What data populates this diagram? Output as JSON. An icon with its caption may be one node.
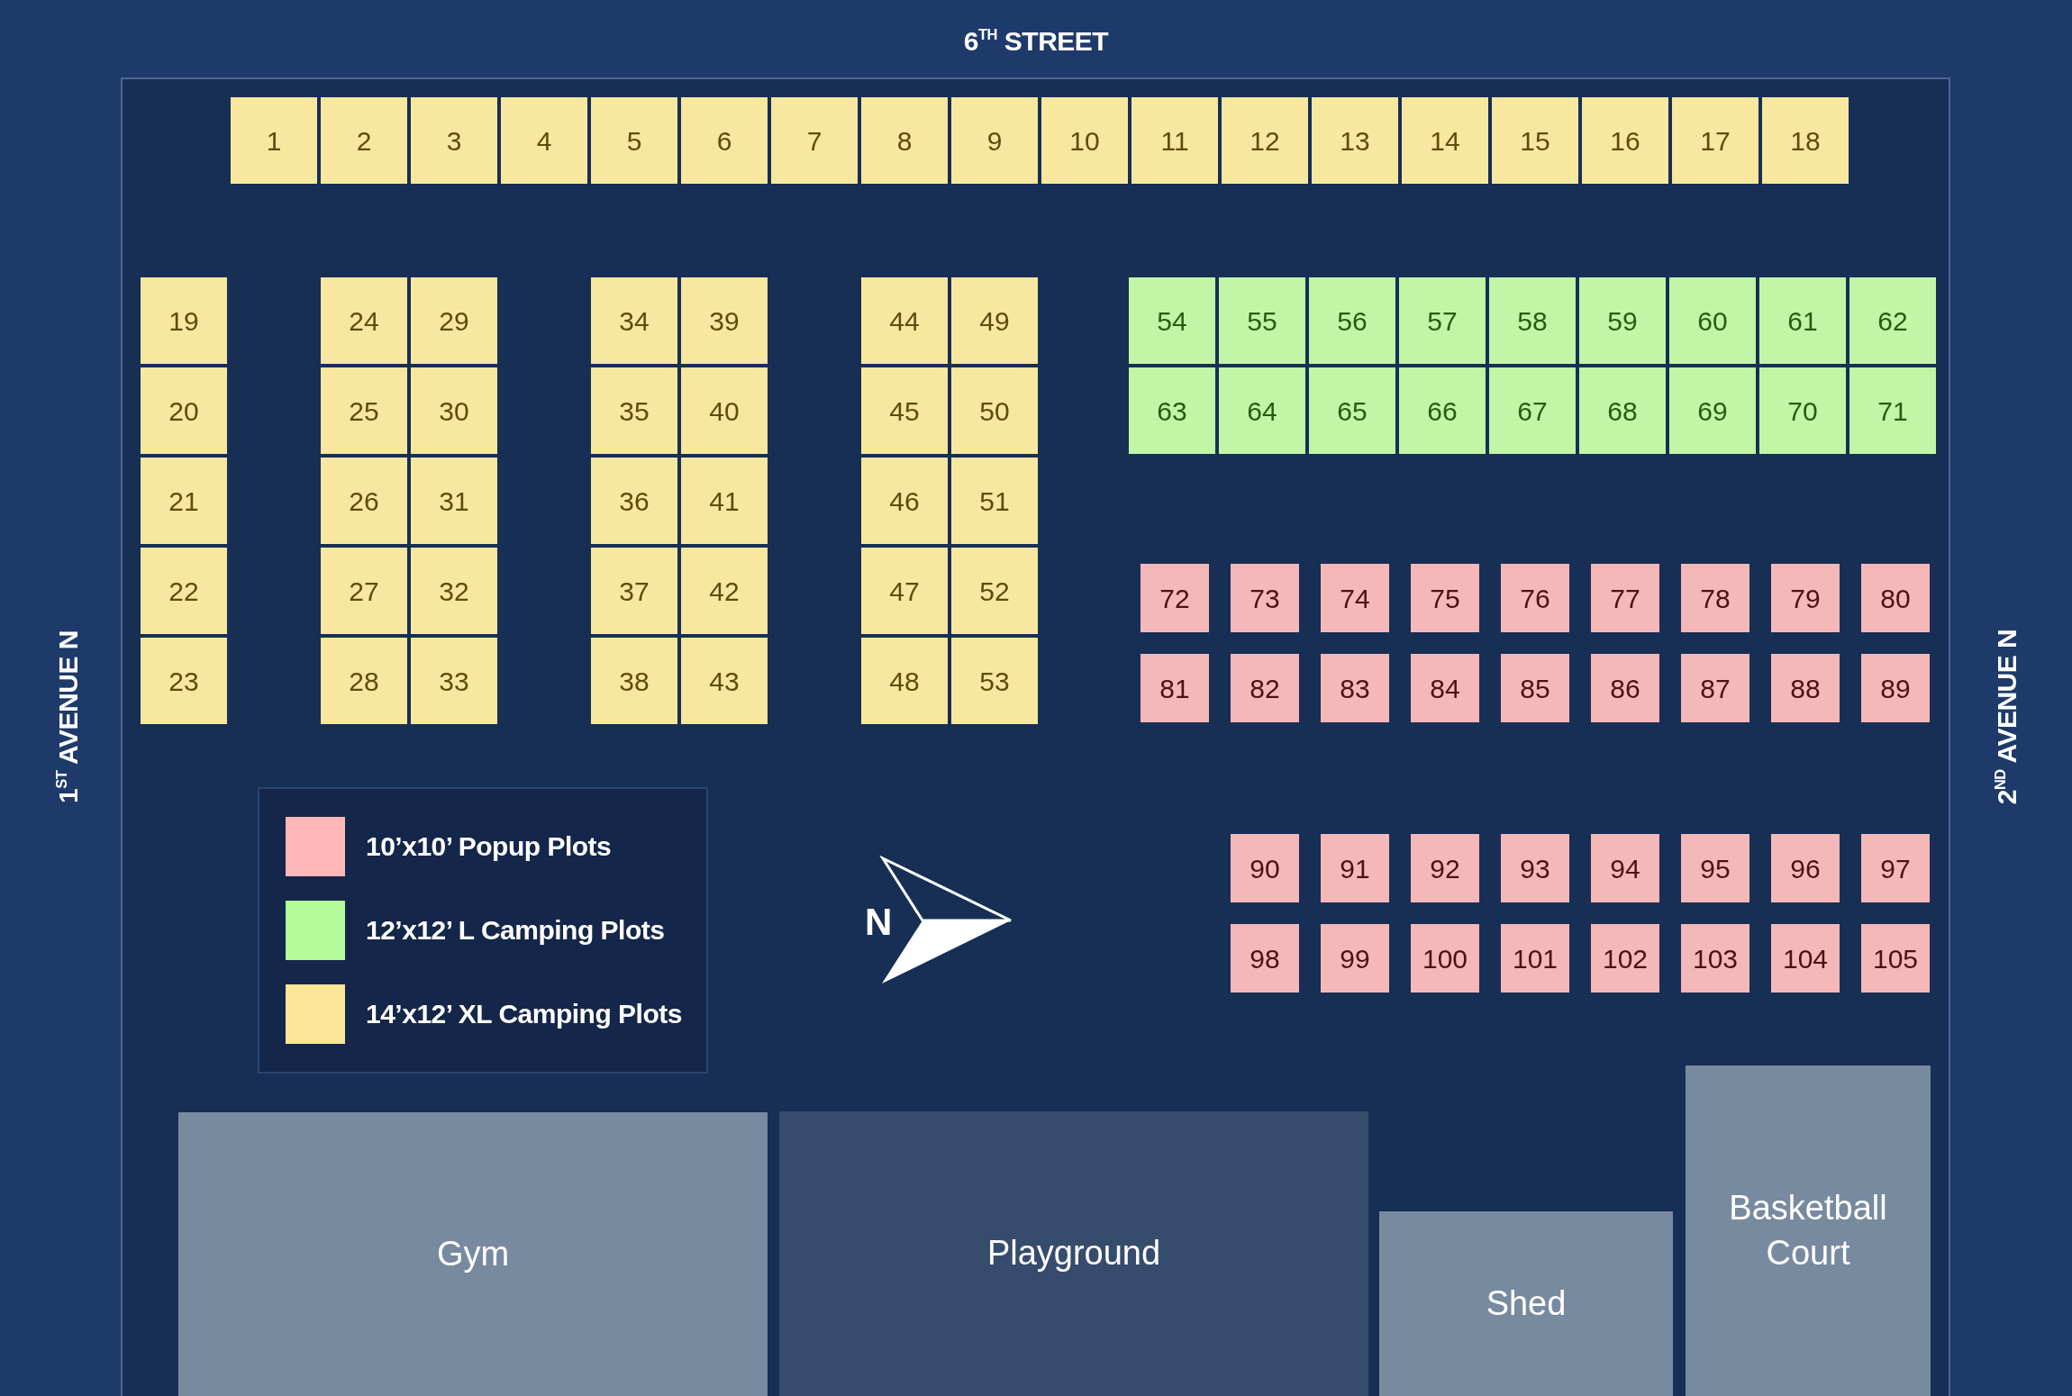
{
  "diagram": {
    "nodes": [
      {
        "text": [
          "1"
        ]
      },
      {
        "text": [
          "2"
        ]
      },
      {
        "text": [
          "3"
        ]
      },
      {
        "text": [
          "4"
        ]
      },
      {
        "text": [
          "5"
        ]
      },
      {
        "text": [
          "6"
        ]
      },
      {
        "text": [
          "7"
        ]
      },
      {
        "text": [
          "8"
        ]
      },
      {
        "text": [
          "9"
        ]
      },
      {
        "text": [
          "10"
        ]
      },
      {
        "text": [
          "11"
        ]
      },
      {
        "text": [
          "12"
        ]
      },
      {
        "text": [
          "13"
        ]
      },
      {
        "text": [
          "14"
        ]
      },
      {
        "text": [
          "15"
        ]
      },
      {
        "text": [
          "16"
        ]
      },
      {
        "text": [
          "17"
        ]
      },
      {
        "text": [
          "18"
        ]
      },
      {
        "text": [
          "19"
        ]
      },
      {
        "text": [
          "20"
        ]
      },
      {
        "text": [
          "21"
        ]
      },
      {
        "text": [
          "22"
        ]
      },
      {
        "text": [
          "23"
        ]
      },
      {
        "text": [
          "24"
        ]
      },
      {
        "text": [
          "25"
        ]
      },
      {
        "text": [
          "26"
        ]
      },
      {
        "text": [
          "27"
        ]
      },
      {
        "text": [
          "28"
        ]
      },
      {
        "text": [
          "29"
        ]
      },
      {
        "text": [
          "30"
        ]
      },
      {
        "text": [
          "31"
        ]
      },
      {
        "text": [
          "32"
        ]
      },
      {
        "text": [
          "33"
        ]
      },
      {
        "text": [
          "34"
        ]
      },
      {
        "text": [
          "35"
        ]
      },
      {
        "text": [
          "36"
        ]
      },
      {
        "text": [
          "37"
        ]
      },
      {
        "text": [
          "38"
        ]
      },
      {
        "text": [
          "39"
        ]
      },
      {
        "text": [
          "40"
        ]
      },
      {
        "text": [
          "41"
        ]
      },
      {
        "text": [
          "42"
        ]
      },
      {
        "text": [
          "43"
        ]
      },
      {
        "text": [
          "44"
        ]
      },
      {
        "text": [
          "45"
        ]
      },
      {
        "text": [
          "46"
        ]
      },
      {
        "text": [
          "47"
        ]
      },
      {
        "text": [
          "48"
        ]
      },
      {
        "text": [
          "49"
        ]
      },
      {
        "text": [
          "50"
        ]
      },
      {
        "text": [
          "51"
        ]
      },
      {
        "text": [
          "52"
        ]
      },
      {
        "text": [
          "53"
        ]
      },
      {
        "text": [
          "54"
        ]
      },
      {
        "text": [
          "55"
        ]
      },
      {
        "text": [
          "56"
        ]
      },
      {
        "text": [
          "57"
        ]
      },
      {
        "text": [
          "58"
        ]
      },
      {
        "text": [
          "59"
        ]
      },
      {
        "text": [
          "60"
        ]
      },
      {
        "text": [
          "61"
        ]
      },
      {
        "text": [
          "62"
        ]
      },
      {
        "text": [
          "63"
        ]
      },
      {
        "text": [
          "64"
        ]
      },
      {
        "text": [
          "65"
        ]
      },
      {
        "text": [
          "66"
        ]
      },
      {
        "text": [
          "67"
        ]
      },
      {
        "text": [
          "68"
        ]
      },
      {
        "text": [
          "69"
        ]
      },
      {
        "text": [
          "70"
        ]
      },
      {
        "text": [
          "71"
        ]
      },
      {
        "text": [
          "72"
        ]
      },
      {
        "text": [
          "73"
        ]
      },
      {
        "text": [
          "74"
        ]
      },
      {
        "text": [
          "75"
        ]
      },
      {
        "text": [
          "76"
        ]
      },
      {
        "text": [
          "77"
        ]
      },
      {
        "text": [
          "78"
        ]
      },
      {
        "text": [
          "79"
        ]
      },
      {
        "text": [
          "80"
        ]
      },
      {
        "text": [
          "81"
        ]
      },
      {
        "text": [
          "82"
        ]
      },
      {
        "text": [
          "83"
        ]
      },
      {
        "text": [
          "84"
        ]
      },
      {
        "text": [
          "85"
        ]
      },
      {
        "text": [
          "86"
        ]
      },
      {
        "text": [
          "87"
        ]
      },
      {
        "text": [
          "88"
        ]
      },
      {
        "text": [
          "89"
        ]
      },
      {
        "text": [
          "90"
        ]
      },
      {
        "text": [
          "91"
        ]
      },
      {
        "text": [
          "92"
        ]
      },
      {
        "text": [
          "93"
        ]
      },
      {
        "text": [
          "94"
        ]
      },
      {
        "text": [
          "95"
        ]
      },
      {
        "text": [
          "96"
        ]
      },
      {
        "text": [
          "97"
        ]
      },
      {
        "text": [
          "98"
        ]
      },
      {
        "text": [
          "99"
        ]
      },
      {
        "text": [
          "100"
        ]
      },
      {
        "text": [
          "101"
        ]
      },
      {
        "text": [
          "102"
        ]
      },
      {
        "text": [
          "103"
        ]
      },
      {
        "text": [
          "104"
        ]
      },
      {
        "text": [
          "105"
        ]
      },
      {
        "text": [
          "Gym"
        ]
      },
      {
        "text": [
          "Playground"
        ]
      },
      {
        "text": [
          "Shed"
        ]
      },
      {
        "text": [
          "Basketball Court"
        ]
      }
    ],
    "labels": [
      "6$^{TH}$ STREET",
      "1$^{ST}$ AVENUE N",
      "N",
      "2$^{ND}$ AVENUE N"
    ],
    "legend": [
      {
        "text": "10’x10’ Popup Plots",
        "color": "#ffb7b7"
      },
      {
        "text": "12’x12’ L Camping Plots",
        "color": "#b2fb98"
      },
      {
        "text": "14’x12’ XL Camping Plots",
        "color": "#fae796"
      }
    ]
  }
}
